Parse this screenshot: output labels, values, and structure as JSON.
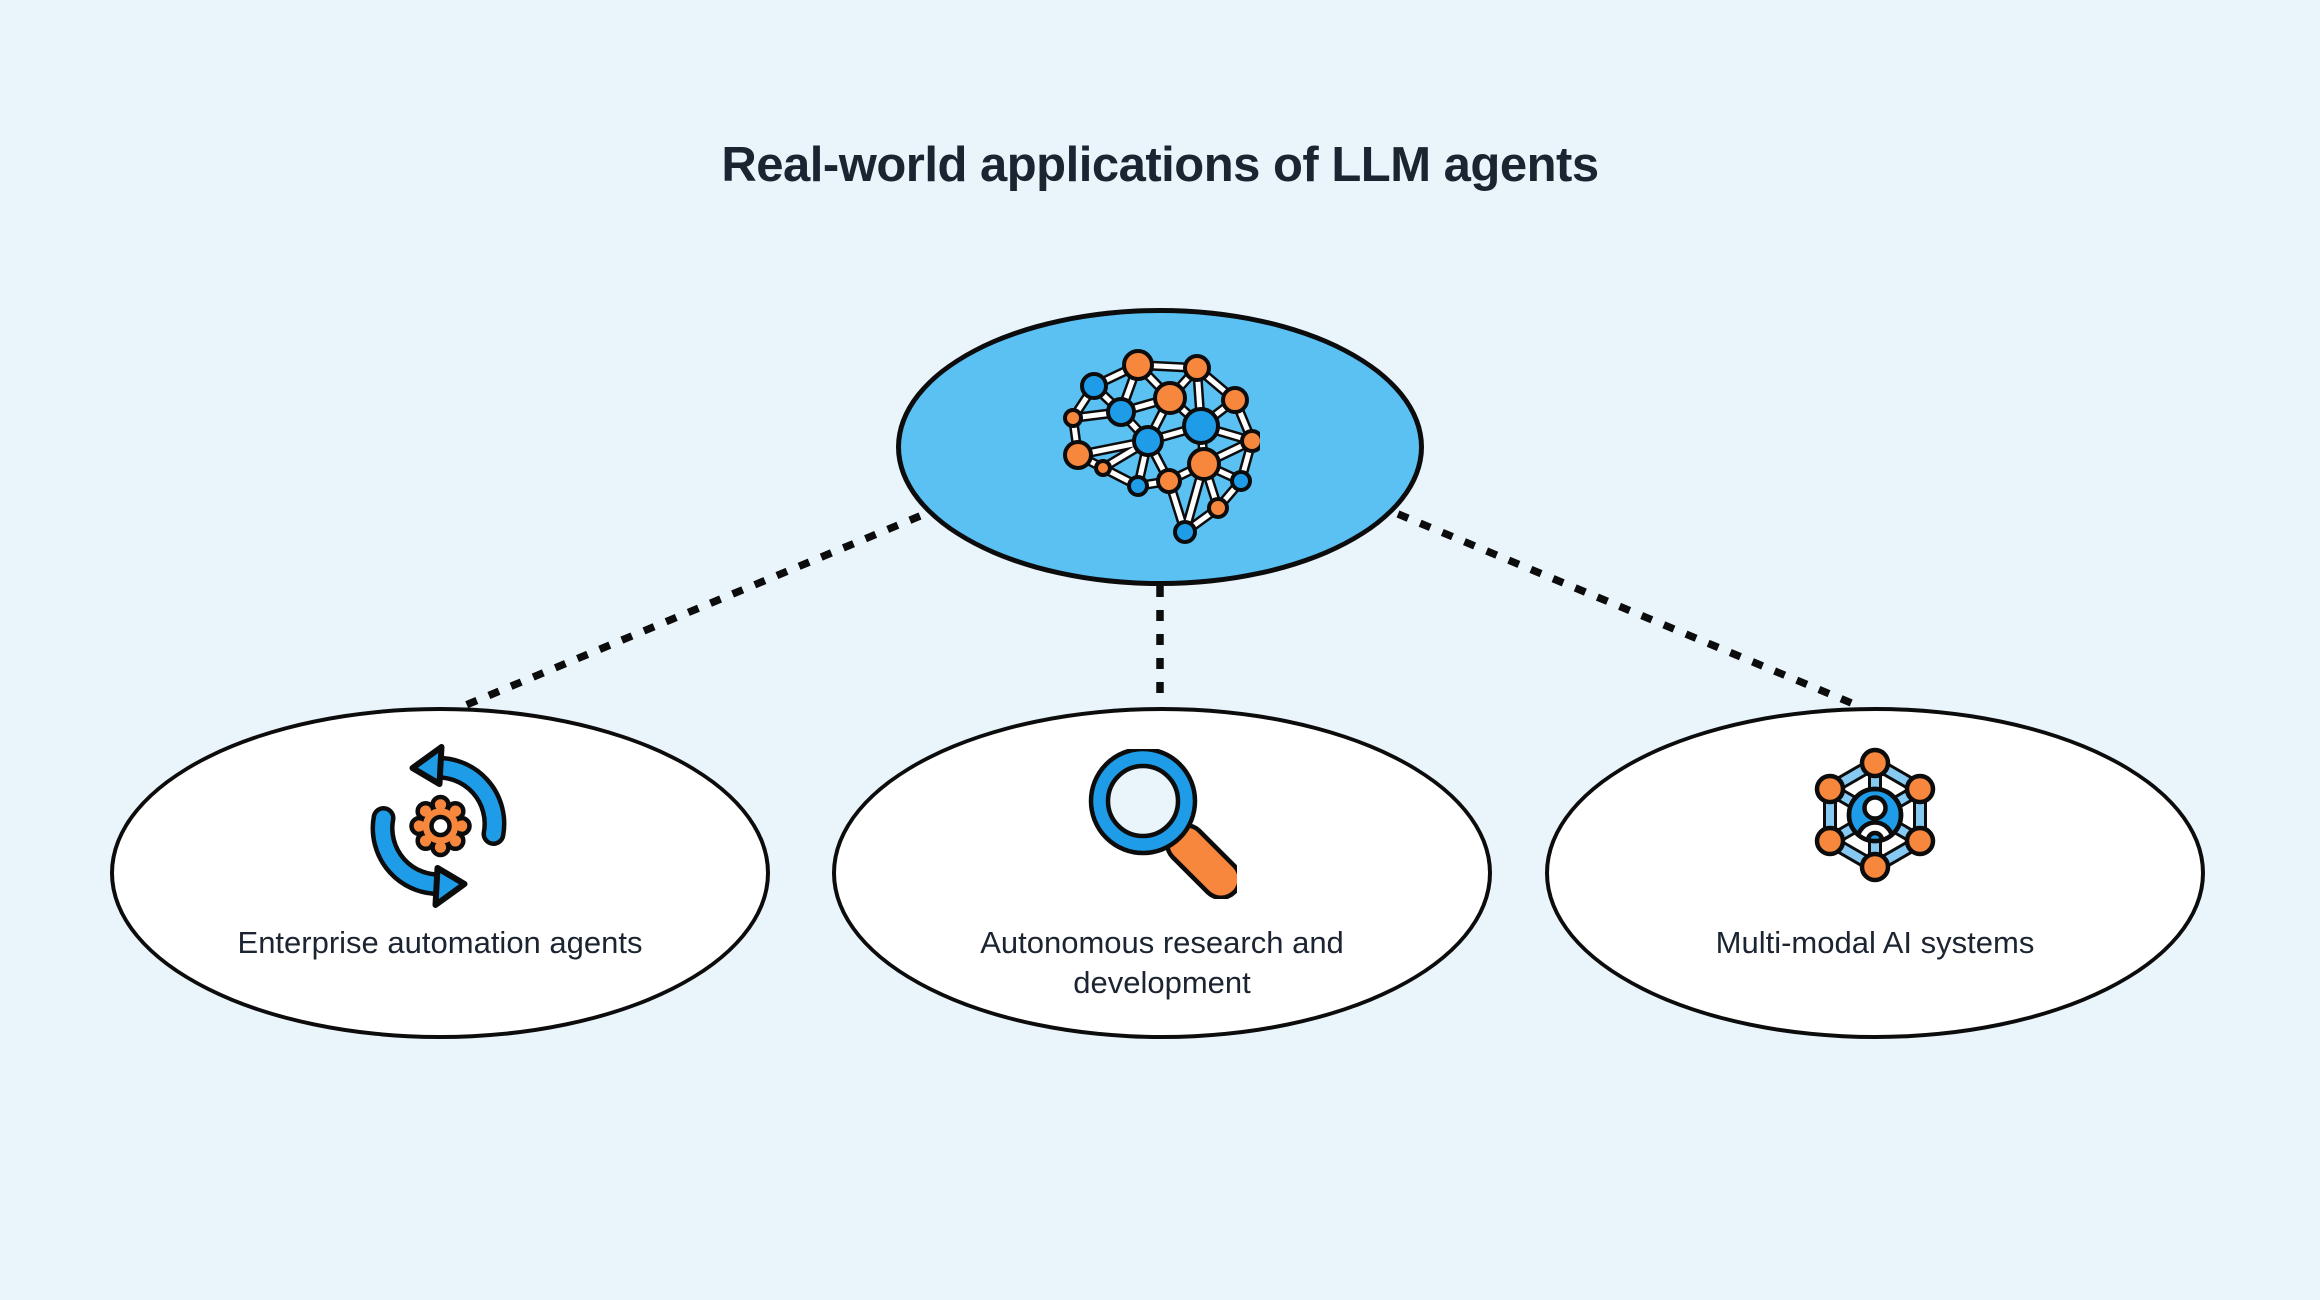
{
  "title": "Real-world applications of LLM agents",
  "root": {
    "icon": "brain-network-icon",
    "fill_color": "#5BC1F3"
  },
  "branches": [
    {
      "label": "Enterprise automation agents",
      "icon": "automation-sync-gear-icon"
    },
    {
      "label": "Autonomous research and development",
      "icon": "research-magnifier-icon"
    },
    {
      "label": "Multi-modal AI systems",
      "icon": "multimodal-network-icon"
    }
  ],
  "colors": {
    "background": "#E9F4FB",
    "root_ellipse_fill": "#5BC1F3",
    "leaf_ellipse_fill": "#FFFFFF",
    "outline": "#0C0C0C",
    "accent_blue": "#1F9CE8",
    "accent_light_blue": "#86C9F3",
    "accent_orange": "#F6873C",
    "text": "#1B2430"
  },
  "connector_style": "dashed"
}
